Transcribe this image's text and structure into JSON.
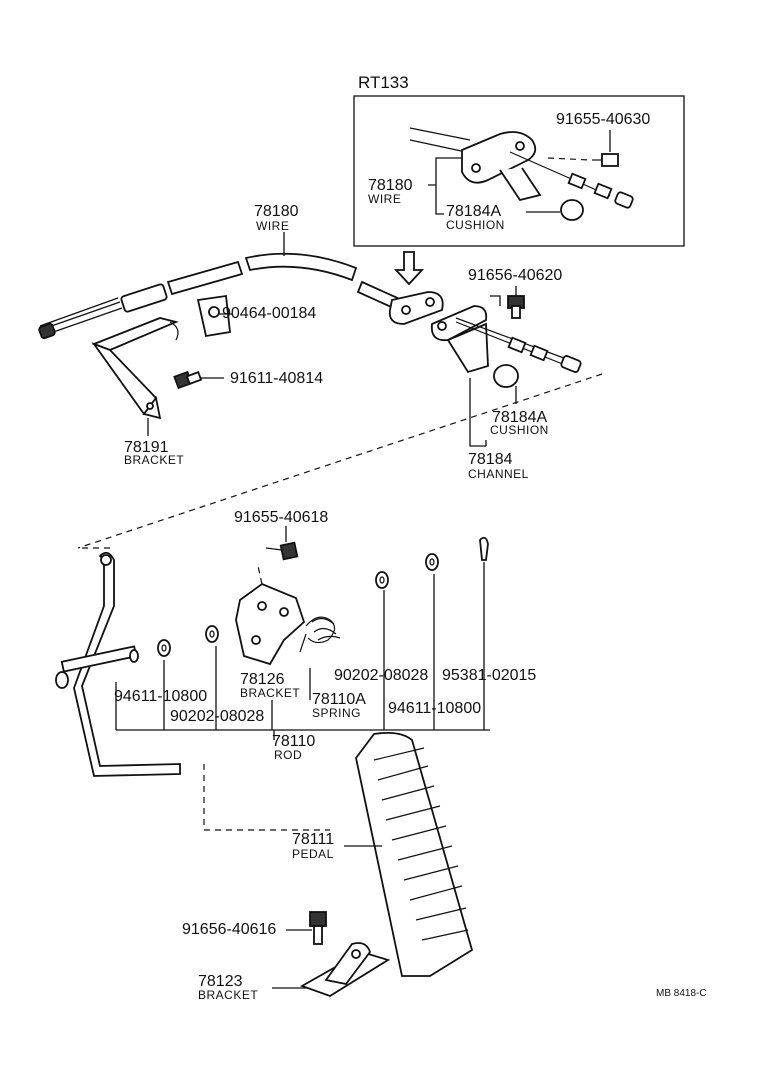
{
  "inset": {
    "title": "RT133"
  },
  "labels": {
    "wire_top": {
      "number": "78180",
      "name": "WIRE"
    },
    "wire_inset": {
      "number": "78180",
      "name": "WIRE"
    },
    "cushion_inset": {
      "number": "78184A",
      "name": "CUSHION"
    },
    "bolt_inset": {
      "number": "91655-40630"
    },
    "bolt_channel": {
      "number": "91656-40620"
    },
    "clip": {
      "number": "90464-00184"
    },
    "bolt_bracket": {
      "number": "91611-40814"
    },
    "bracket_78191": {
      "number": "78191",
      "name": "BRACKET"
    },
    "cushion_main": {
      "number": "78184A",
      "name": "CUSHION"
    },
    "channel": {
      "number": "78184",
      "name": "CHANNEL"
    },
    "bolt_pedal_bracket": {
      "number": "91655-40618"
    },
    "bracket_78126": {
      "number": "78126",
      "name": "BRACKET"
    },
    "spring": {
      "number": "78110A",
      "name": "SPRING"
    },
    "washer_1": {
      "number": "94611-10800"
    },
    "washer_2": {
      "number": "90202-08028"
    },
    "washer_3": {
      "number": "90202-08028"
    },
    "pin": {
      "number": "95381-02015"
    },
    "washer_4": {
      "number": "94611-10800"
    },
    "rod": {
      "number": "78110",
      "name": "ROD"
    },
    "pedal": {
      "number": "78111",
      "name": "PEDAL"
    },
    "bolt_pedal": {
      "number": "91656-40616"
    },
    "bracket_78123": {
      "number": "78123",
      "name": "BRACKET"
    }
  },
  "reference_code": "MB 8418-C"
}
